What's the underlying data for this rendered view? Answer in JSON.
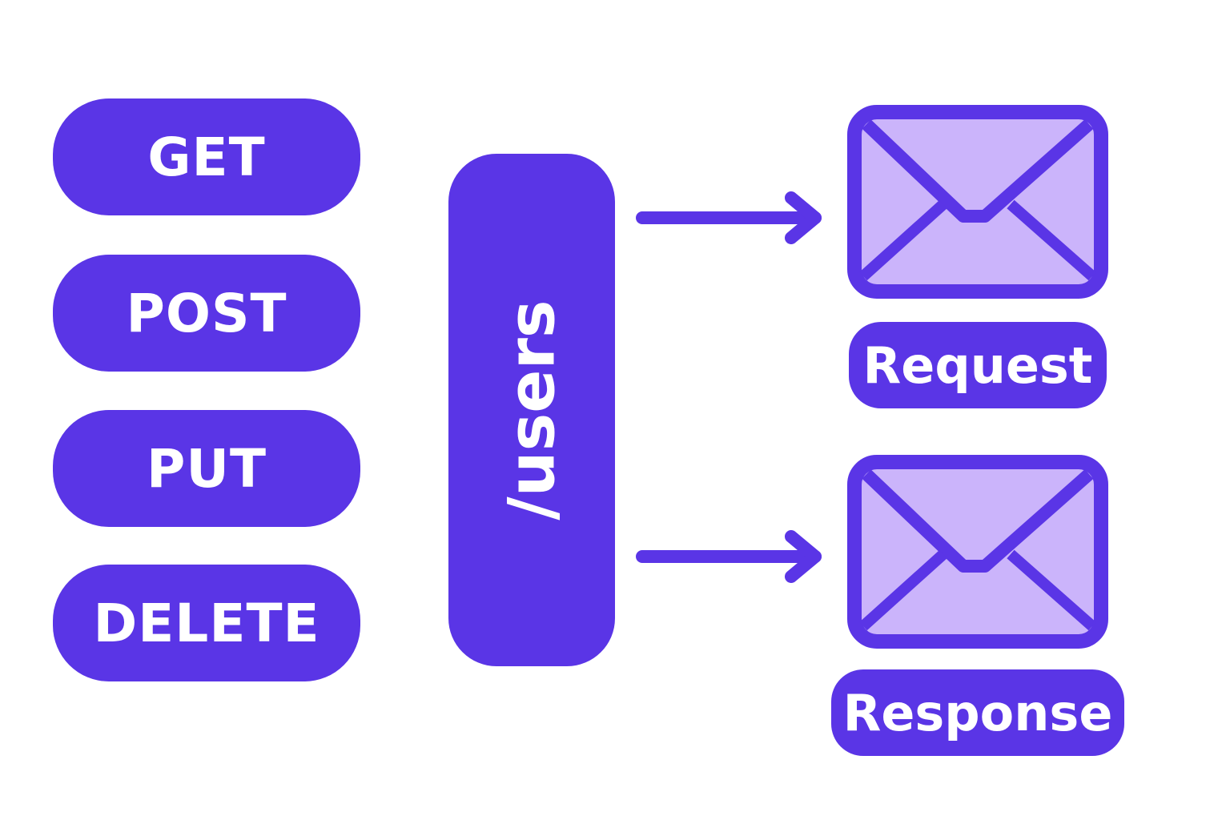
{
  "methods": [
    {
      "label": "GET"
    },
    {
      "label": "POST"
    },
    {
      "label": "PUT"
    },
    {
      "label": "DELETE"
    }
  ],
  "endpoint": {
    "label": "/users"
  },
  "messages": {
    "request_label": "Request",
    "response_label": "Response"
  },
  "icons": {
    "arrow": "arrow-right-icon",
    "envelope": "envelope-icon"
  },
  "colors": {
    "primary": "#5a35e6",
    "envelope_fill": "#cbb4fb",
    "background": "#ffffff"
  }
}
